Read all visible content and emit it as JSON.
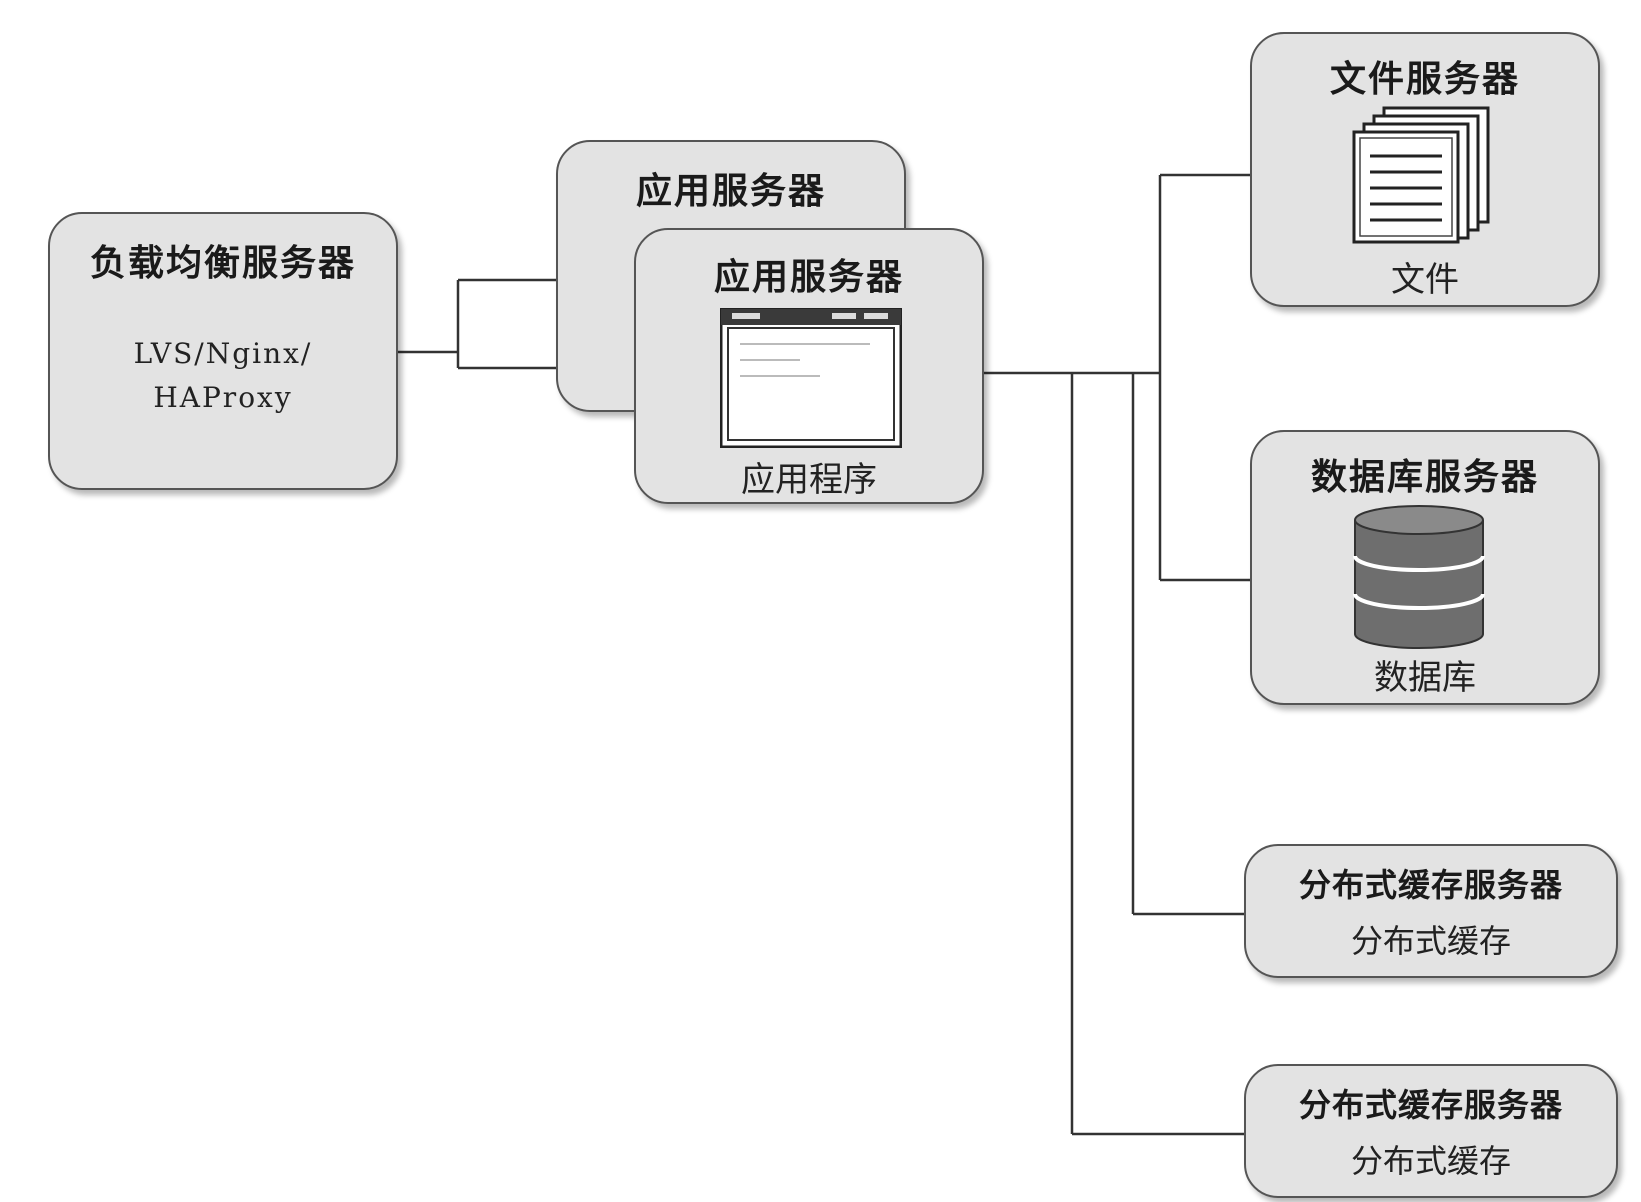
{
  "load_balancer": {
    "title": "负载均衡服务器",
    "line1": "LVS/Nginx/",
    "line2": "HAProxy"
  },
  "app_server_back": {
    "title": "应用服务器"
  },
  "app_server_front": {
    "title": "应用服务器",
    "label": "应用程序",
    "icon": "app-window-icon"
  },
  "file_server": {
    "title": "文件服务器",
    "label": "文件",
    "icon": "file-stack-icon"
  },
  "db_server": {
    "title": "数据库服务器",
    "label": "数据库",
    "icon": "database-cylinder-icon"
  },
  "cache_server_1": {
    "title": "分布式缓存服务器",
    "label": "分布式缓存"
  },
  "cache_server_2": {
    "title": "分布式缓存服务器",
    "label": "分布式缓存"
  },
  "colors": {
    "box_fill": "#e3e3e3",
    "line": "#333333",
    "db_fill": "#6e6e6e"
  }
}
